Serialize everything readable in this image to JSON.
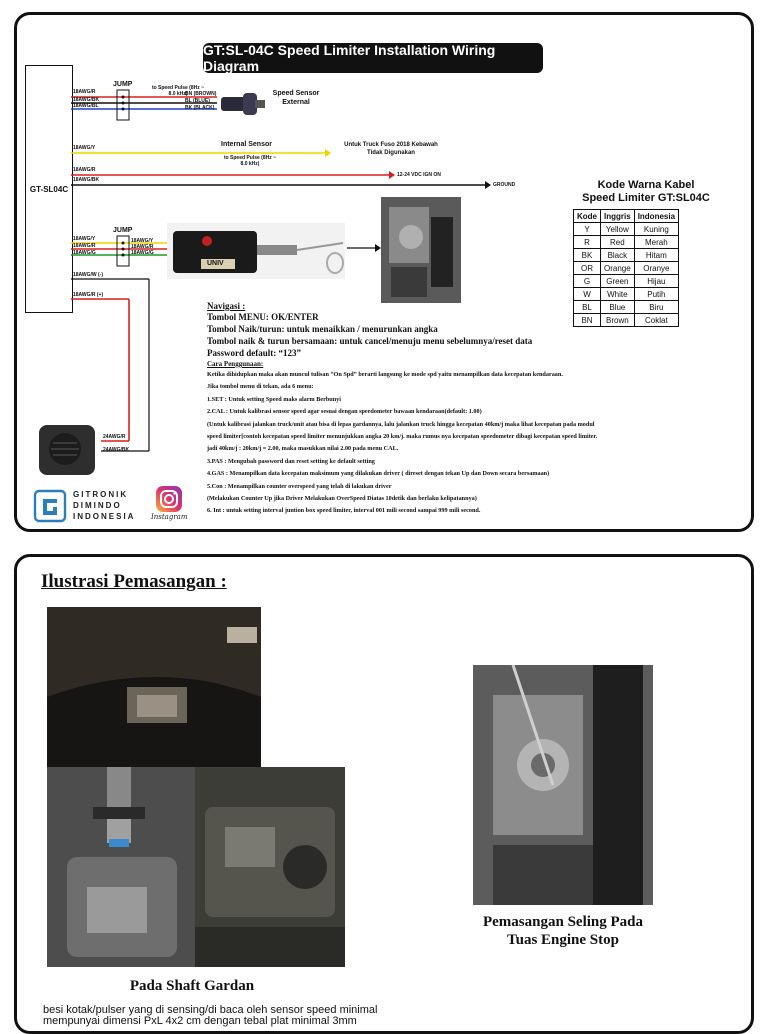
{
  "diagram": {
    "title": "GT:SL-04C Speed Limiter Installation Wiring Diagram",
    "unit_label": "GT-SL04C",
    "jump_label": "JUMP",
    "wires_top": [
      {
        "label": "18AWG/R",
        "color": "#d62020"
      },
      {
        "label": "18AWG/BK",
        "color": "#111111"
      },
      {
        "label": "18AWG/BL",
        "color": "#1e40c8"
      }
    ],
    "speed_pulse_note": "to Speed Pulse (8Hz ~ 8.0 kHz)",
    "sensor_wires": [
      "BN (BROWN)",
      "BL (BLUE)",
      "BK (BLACK)"
    ],
    "speed_sensor_label": "Speed Sensor External",
    "internal_wire_label": "18AWG/Y",
    "internal_sensor_label": "Internal Sensor",
    "internal_pulse_note": "to Speed Pulse (8Hz ~ 8.0 kHz)",
    "fuso_note": "Untuk Truck Fuso 2018 Kebawah Tidak Digunakan",
    "power_wires": [
      {
        "label": "18AWG/R",
        "color": "#d62020",
        "end": "12-24 VDC IGN ON"
      },
      {
        "label": "18AWG/BK",
        "color": "#111111",
        "end": "GROUND"
      }
    ],
    "jump_wires_left": [
      {
        "label": "18AWG/Y",
        "color": "#e8d800"
      },
      {
        "label": "18AWG/R",
        "color": "#d62020"
      },
      {
        "label": "18AWG/G",
        "color": "#1a9a2a"
      }
    ],
    "jump_wires_right": [
      "18AWG/Y",
      "18AWG/R",
      "18AWG/G"
    ],
    "actuator_brand": "UNIV",
    "buzzer_wires_left": [
      "18AWG/W (-)",
      "18AWG/R (+)"
    ],
    "buzzer_wires_right": [
      "24AWG/R",
      "24AWG/BK"
    ],
    "colors": {
      "red": "#d62020",
      "black": "#111111",
      "blue": "#1e40c8",
      "yellow": "#e8d800",
      "green": "#1a9a2a"
    }
  },
  "color_code": {
    "title_line1": "Kode Warna Kabel",
    "title_line2": "Speed Limiter GT:SL04C",
    "headers": [
      "Kode",
      "Inggris",
      "Indonesia"
    ],
    "rows": [
      [
        "Y",
        "Yellow",
        "Kuning"
      ],
      [
        "R",
        "Red",
        "Merah"
      ],
      [
        "BK",
        "Black",
        "Hitam"
      ],
      [
        "OR",
        "Orange",
        "Oranye"
      ],
      [
        "G",
        "Green",
        "Hijau"
      ],
      [
        "W",
        "White",
        "Putih"
      ],
      [
        "BL",
        "Blue",
        "Biru"
      ],
      [
        "BN",
        "Brown",
        "Coklat"
      ]
    ]
  },
  "navigation": {
    "heading": "Navigasi :",
    "lines": [
      "Tombol MENU: OK/ENTER",
      "Tombol Naik/turun: untuk menaikkan / menurunkan angka",
      "Tombol naik & turun bersamaan: untuk cancel/menuju menu sebelumnya/reset data",
      "Password default: “123”"
    ],
    "usage_heading": "Cara Penggunaan:",
    "usage_lines": [
      "Ketika dihidupkan maka akan muncul tulisan “On Spd” berarti langsung ke mode spd yaitu menampilkan data kecepatan kendaraan.",
      "Jika tombol menu di tekan, ada 6 menu:",
      "1.SET : Untuk setting Speed maks alarm Berbunyi",
      "2.CAL : Untuk kalibrasi sensor speed agar sesuai dengan speedometer bawaan kendaraan(default: 1.00)",
      "(Untuk kalibrasi jalankan truck/unit atau bisa di lepas gardannya, lalu jalankan truck hingga kecepatan 40km/j maka lihat kecepatan pada modul",
      "speed limiter[contoh kecepatan speed limiter menunjukkan angka 20 km/j. maka rumus nya kecepatan speedometer dibagi kecepatan speed limiter.",
      "jadi 40km/j : 20km/j = 2.00, maka masukkan nilai 2.00 pada menu CAL.",
      "3.PAS : Mengubah password dan reset setting ke default setting",
      "4.GAS : Menampilkan data kecepatan maksimum yang dilakukan driver ( direset dengan tekan Up dan Down secara bersamaan)",
      "5.Con : Menampilkan counter overspeed yang telah di lakukan driver",
      "(Melakukan Counter Up jika Driver Melakukan OverSpeed Diatas 10detik dan berlaku kelipatannya)",
      "6. Int : untuk setting interval juntion box speed limiter, interval 001 mili second sampai 999 mili second."
    ]
  },
  "brand": {
    "lines": [
      "GITRONIK",
      "DIMINDO",
      "INDONESIA"
    ],
    "instagram": "Instagram"
  },
  "illustration": {
    "title": "Ilustrasi Pemasangan :",
    "caption_left": "Pada Shaft Gardan",
    "caption_right_line1": "Pemasangan Seling Pada",
    "caption_right_line2": "Tuas Engine Stop",
    "body_line1": "besi kotak/pulser yang di sensing/di baca oleh sensor speed minimal",
    "body_line2": "mempunyai dimensi PxL 4x2 cm dengan tebal plat minimal 3mm"
  }
}
